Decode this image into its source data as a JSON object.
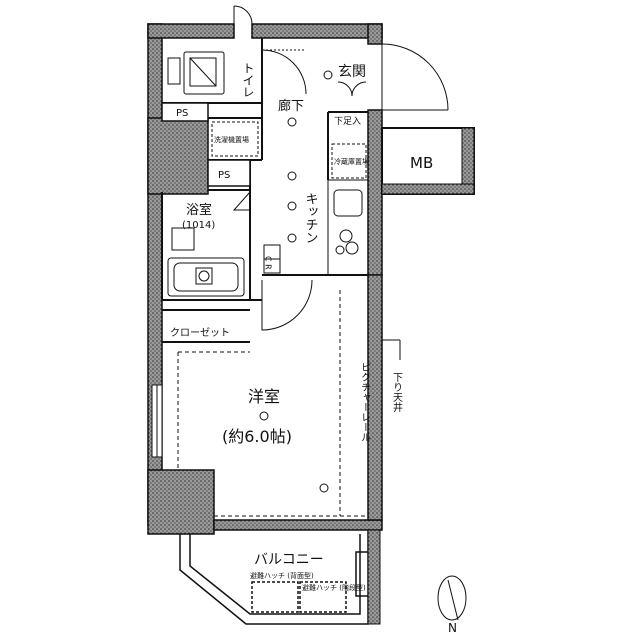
{
  "rooms": {
    "toilet": "トイレ",
    "entrance": "玄関",
    "hallway": "廊下",
    "kitchen": "キッチン",
    "bathroom": "浴室",
    "bathroom_size": "(1014)",
    "western_room": "洋室",
    "western_room_size": "(約6.0帖)",
    "balcony": "バルコニー",
    "closet": "クローゼット",
    "mb": "MB"
  },
  "fixtures": {
    "ps": "PS",
    "shoe_cabinet": "下足入",
    "washer_space": "洗濯機置場",
    "fridge_space": "冷蔵庫置場",
    "cr": "C R",
    "picture_rail": "ピクチャーレール",
    "lowered_ceiling": "下り天井",
    "hatch_left": "避難ハッチ (背面型)",
    "hatch_right": "避難ハッチ (階段型)",
    "north": "N"
  }
}
